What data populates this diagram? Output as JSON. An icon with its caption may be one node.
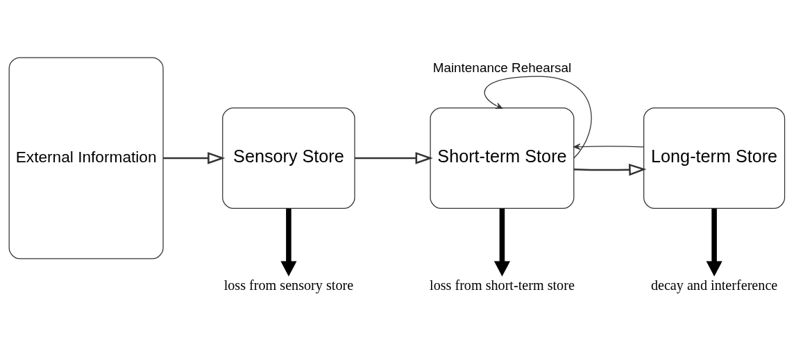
{
  "diagram": {
    "nodes": [
      {
        "text": [
          "External Information"
        ]
      },
      {
        "text": [
          "Sensory Store"
        ]
      },
      {
        "text": [
          "Short-term Store"
        ]
      },
      {
        "text": [
          "Long-term Store"
        ]
      },
      {
        "text": [
          "loss from sensory store"
        ]
      },
      {
        "text": [
          "loss from short-term store"
        ]
      },
      {
        "text": [
          "decay and interference"
        ]
      }
    ],
    "edges": [
      {
        "from": 0,
        "to": 1,
        "arrow": "to"
      },
      {
        "from": 1,
        "to": 2,
        "arrow": "to"
      },
      {
        "from": 2,
        "to": 3,
        "arrow": "to"
      },
      {
        "from": 1,
        "to": 4,
        "arrow": "to",
        "style": "thick"
      },
      {
        "from": 2,
        "to": 5,
        "arrow": "to",
        "style": "thick"
      },
      {
        "from": 3,
        "to": 6,
        "arrow": "to",
        "style": "thick"
      },
      {
        "from": 2,
        "to": 2,
        "arrow": "to",
        "label": "Maintenance Rehearsal"
      },
      {
        "from": 3,
        "to": 2,
        "arrow": "to"
      }
    ]
  }
}
